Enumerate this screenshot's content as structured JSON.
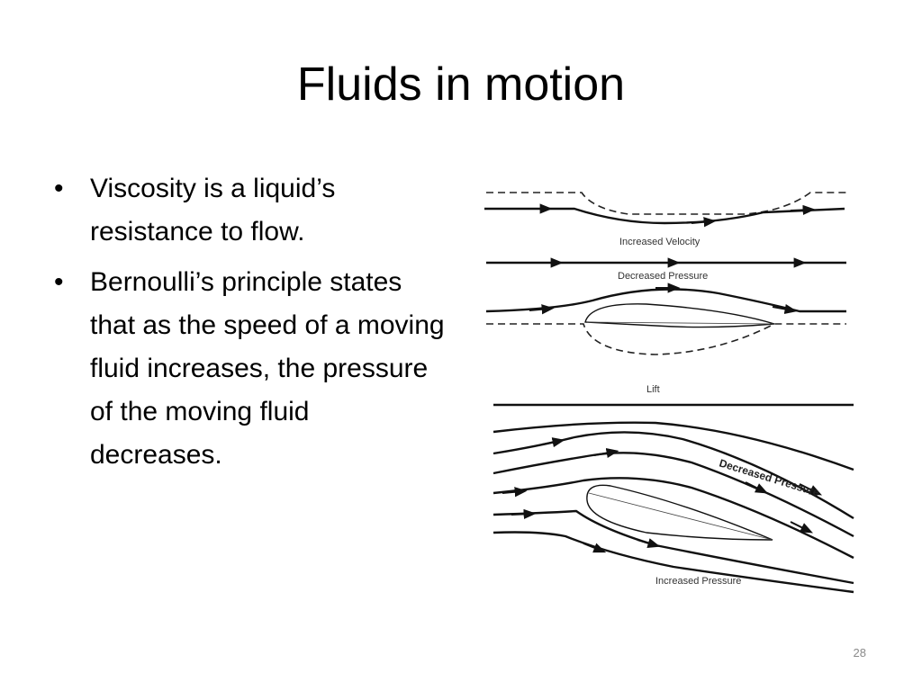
{
  "slide": {
    "title": "Fluids in motion",
    "bullets": [
      "Viscosity is a liquid’s resistance to flow.",
      "Bernoulli’s principle states that as the speed of a moving fluid increases, the pressure of the moving fluid decreases."
    ],
    "bullet_symbol": "•",
    "page_number": "28"
  },
  "figure": {
    "top_diagram": {
      "labels": {
        "increased_velocity": "Increased Velocity",
        "decreased_pressure": "Decreased Pressure"
      }
    },
    "bottom_diagram": {
      "labels": {
        "lift": "Lift",
        "decreased_pressure": "Decreased Pressure",
        "increased_pressure": "Increased Pressure"
      }
    }
  }
}
